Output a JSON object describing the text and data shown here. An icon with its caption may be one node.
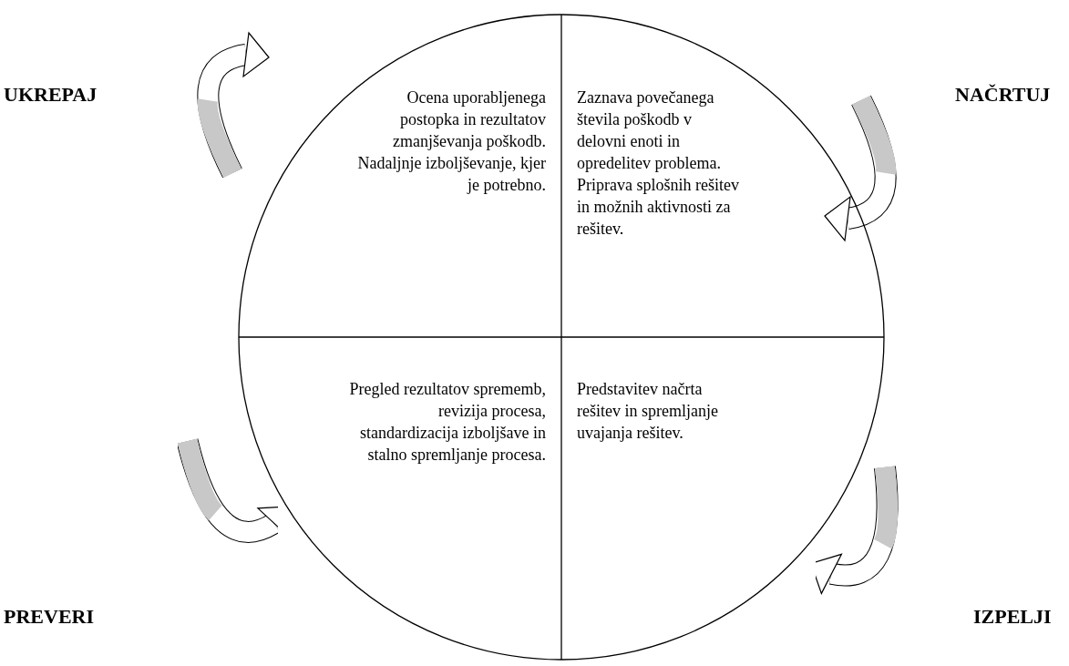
{
  "diagram": {
    "nodes": [
      {
        "text": [],
        "shape": "circle"
      },
      {
        "text": [
          "Ocena uporabljenega postopka in rezultatov zmanjševanja poškodb. Nadaljnje izboljševanje, kjer je potrebno."
        ],
        "in": 0
      },
      {
        "text": [
          "Zaznava povečanega števila poškodb v delovni enoti in opredelitev problema. Priprava splošnih rešitev in možnih aktivnosti za rešitev."
        ],
        "in": 0
      },
      {
        "text": [
          "Pregled rezultatov sprememb, revizija procesa, standardizacija izboljšave in stalno spremljanje procesa."
        ],
        "in": 0
      },
      {
        "text": [
          "Predstavitev načrta rešitev in spremljanje uvajanja rešitev."
        ],
        "in": 0
      }
    ],
    "edges": [],
    "labels": [
      "UKREPAJ",
      "NAČRTUJ",
      "PREVERI",
      "IZPELJI"
    ]
  }
}
